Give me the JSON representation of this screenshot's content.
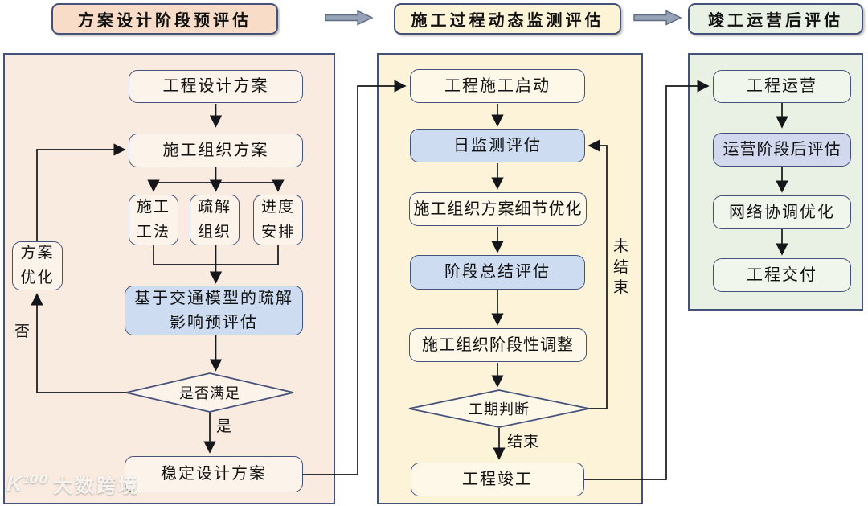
{
  "watermark": {
    "logo": "K¹⁰⁰",
    "text": "大数跨境"
  },
  "colors": {
    "border": "#44517a",
    "arrow": "#14161a",
    "phase1_header_fill": "#f8dcc7",
    "phase1_panel_fill": "#f9ebe0",
    "phase1_node_fill": "#fcf3ea",
    "phase2_header_fill": "#fdf4d8",
    "phase2_panel_fill": "#fcf3d9",
    "phase2_node_fill": "#fdf8e7",
    "phase3_panel_fill": "#e8f1e3",
    "phase3_node_fill": "#f1f6ed",
    "highlight_node_fill": "#cddcf1",
    "block_arrow_fill": "#96a2b5"
  },
  "phase1": {
    "header": "方案设计阶段预评估",
    "design": "工程设计方案",
    "org": "施工组织方案",
    "method": "施工\n工法",
    "relief": "疏解\n组织",
    "schedule": "进度\n安排",
    "model_eval": "基于交通模型的疏解\n影响预评估",
    "decision": "是否满足",
    "optimize": "方案\n优化",
    "stable": "稳定设计方案",
    "no": "否",
    "yes": "是"
  },
  "phase2": {
    "header": "施工过程动态监测评估",
    "start": "工程施工启动",
    "daily": "日监测评估",
    "detail": "施工组织方案细节优化",
    "stage": "阶段总结评估",
    "adjust": "施工组织阶段性调整",
    "decision": "工期判断",
    "complete": "工程竣工",
    "not_finished": "未\n结\n束",
    "finished": "结束"
  },
  "phase3": {
    "header": "竣工运营后评估",
    "operate": "工程运营",
    "post_eval": "运营阶段后评估",
    "network": "网络协调优化",
    "deliver": "工程交付"
  }
}
